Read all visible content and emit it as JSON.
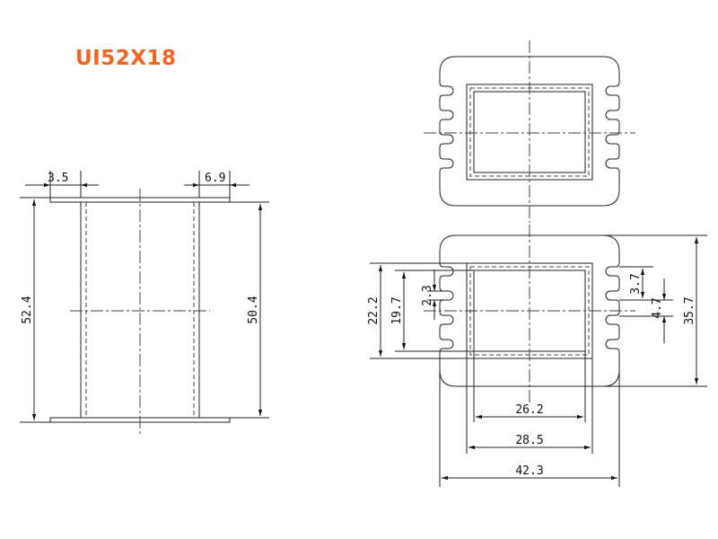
{
  "title": "UI52X18",
  "dims": {
    "left_flange": "3.5",
    "right_flange": "6.9",
    "outer_height": "52.4",
    "inner_height": "50.4",
    "side_22": "22.2",
    "side_19": "19.7",
    "slot_23": "2.3",
    "slot_37": "3.7",
    "slot_47": "4.7",
    "height_357": "35.7",
    "w_262": "26.2",
    "w_285": "28.5",
    "w_423": "42.3"
  }
}
